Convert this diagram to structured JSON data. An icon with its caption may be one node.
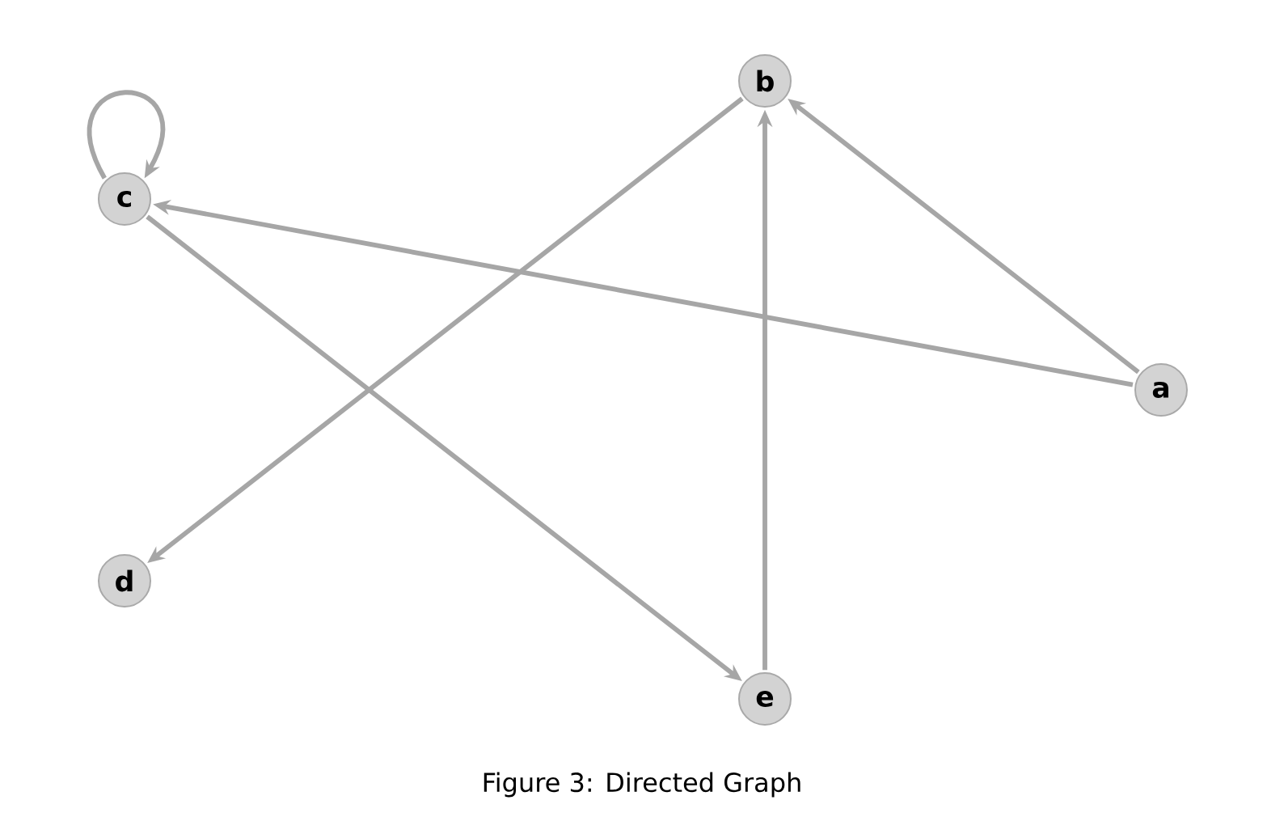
{
  "diagram": {
    "caption": "Figure 3: Directed Graph",
    "nodes": [
      {
        "text": [
          "a"
        ]
      },
      {
        "text": [
          "b"
        ]
      },
      {
        "text": [
          "c"
        ]
      },
      {
        "text": [
          "d"
        ]
      },
      {
        "text": [
          "e"
        ]
      }
    ],
    "edges": [
      {
        "from": 0,
        "to": 1,
        "arrow": "to"
      },
      {
        "from": 0,
        "to": 2,
        "arrow": "to"
      },
      {
        "from": 1,
        "to": 3,
        "arrow": "to"
      },
      {
        "from": 2,
        "to": 2,
        "arrow": "to"
      },
      {
        "from": 2,
        "to": 4,
        "arrow": "to"
      },
      {
        "from": 4,
        "to": 1,
        "arrow": "to"
      }
    ]
  }
}
